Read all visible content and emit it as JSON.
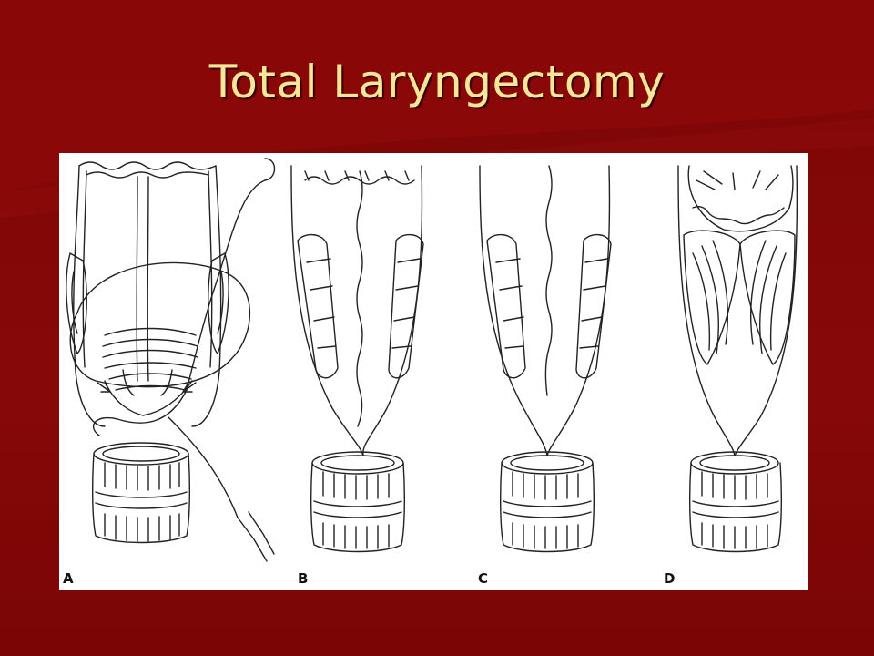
{
  "slide": {
    "title": "Total Laryngectomy",
    "colors": {
      "background": "#870808",
      "title": "#f5e79a",
      "figure_bg": "#ffffff",
      "ink": "#222222"
    }
  },
  "figure": {
    "panels": [
      {
        "letter": "A"
      },
      {
        "letter": "B"
      },
      {
        "letter": "C"
      },
      {
        "letter": "D"
      }
    ]
  }
}
